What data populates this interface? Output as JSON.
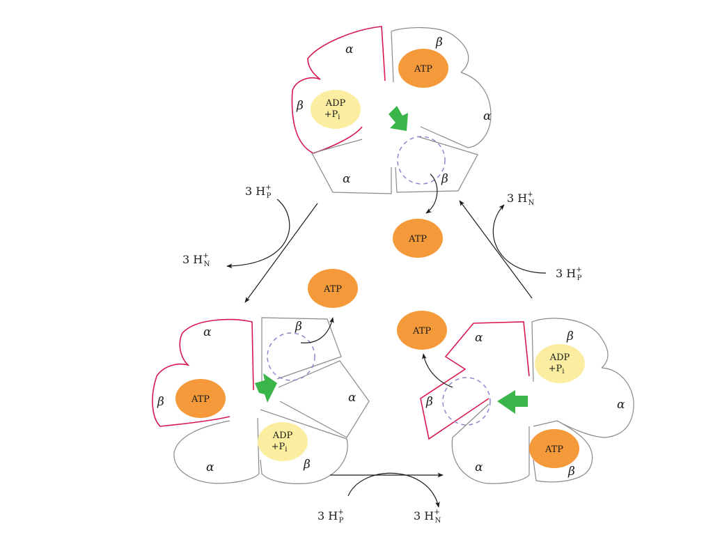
{
  "labels": {
    "alpha": "α",
    "beta": "β",
    "atp": "ATP",
    "adp_line1": "ADP",
    "adp_line2": "+P",
    "adp_sub": "i",
    "three": "3 H",
    "plus": "+",
    "p_sub": "P",
    "n_sub": "N"
  },
  "colors": {
    "atp_fill": "#f59a3a",
    "adp_fill": "#fbeea0",
    "open_outline": "#d8174d",
    "outline": "#888888",
    "arrow_green": "#3ab54a",
    "site_dash": "#8c86cc"
  }
}
